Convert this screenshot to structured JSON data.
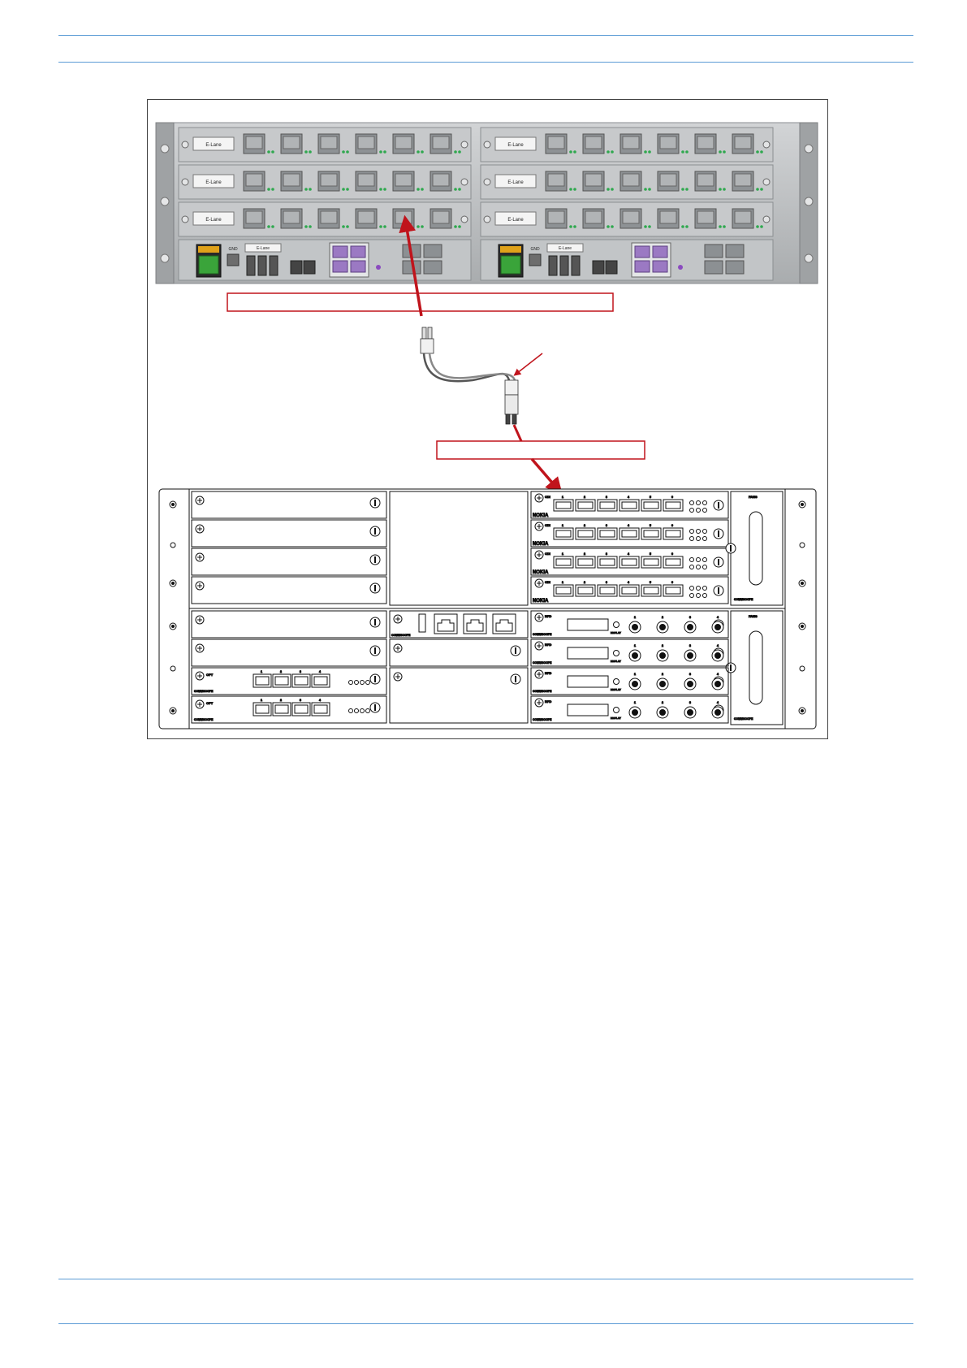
{
  "page": {
    "rules": [
      "top-1",
      "top-2",
      "bottom-1",
      "bottom-2"
    ]
  },
  "figure": {
    "upper_unit": {
      "card_brand": "E-Lane",
      "gnd_label": "GND",
      "card_count": 8
    },
    "lower_unit": {
      "cdi_label": "CDI",
      "nokia_label": "NOKIA",
      "fans_label": "FANS",
      "commscope_label": "COMMSCOPE",
      "opt_label": "OPT",
      "rfd_label": "RFD",
      "display_label": "DISPLAY",
      "port_numbers": [
        "1",
        "2",
        "3",
        "4",
        "5",
        "6"
      ]
    },
    "callouts": {
      "upper_text": "",
      "lower_text": ""
    },
    "colors": {
      "arrow": "#c0141c",
      "rule": "#5b9bd5",
      "rack_metal": "#b9bcbe",
      "led_green": "#2fa84f",
      "power_green": "#3aa43a",
      "port_purple": "#9b79c3"
    }
  }
}
